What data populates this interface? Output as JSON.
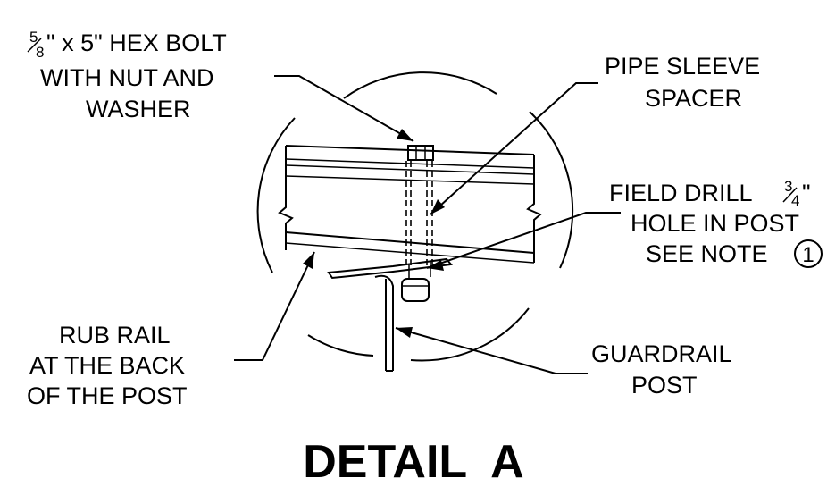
{
  "labels": {
    "bolt_fraction_num": "5",
    "bolt_fraction_den": "8",
    "bolt_line1_rest": "\" x 5\" HEX BOLT",
    "bolt_line2": "WITH NUT AND",
    "bolt_line3": "WASHER",
    "sleeve_line1": "PIPE SLEEVE",
    "sleeve_line2": "SPACER",
    "drill_line1_pre": "FIELD DRILL ",
    "drill_fraction_num": "3",
    "drill_fraction_den": "4",
    "drill_line1_post": "\"",
    "drill_line2": "HOLE IN POST",
    "drill_line3": "SEE NOTE",
    "note_number": "1",
    "rub_line1": "RUB RAIL",
    "rub_line2": "AT THE BACK",
    "rub_line3": "OF THE POST",
    "post_line1": "GUARDRAIL",
    "post_line2": "POST"
  },
  "title": "DETAIL  A"
}
